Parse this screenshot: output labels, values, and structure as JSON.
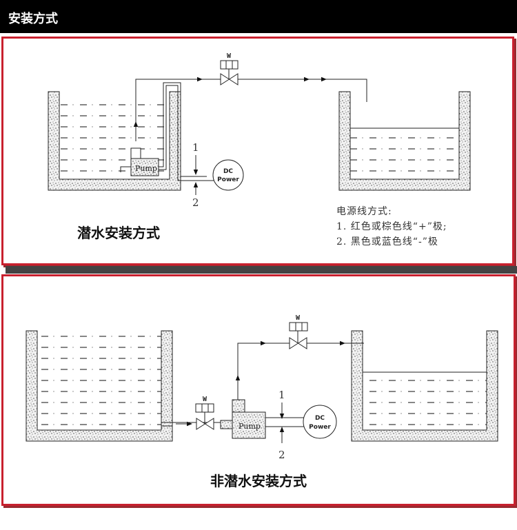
{
  "header": {
    "title": "安装方式"
  },
  "submersible": {
    "caption": "潜水安装方式",
    "valve_label": "W",
    "pump_label": "Pump",
    "power_label_1": "DC",
    "power_label_2": "Power",
    "wire_1": "1",
    "wire_2": "2",
    "notes": {
      "title": "电源线方式:",
      "line1": "1. 红色或棕色线“+”极;",
      "line2": "2. 黑色或蓝色线“-”极"
    }
  },
  "non_submersible": {
    "caption": "非潜水安装方式",
    "valve_label": "W",
    "inlet_valve_label": "W",
    "pump_label": "Pump",
    "power_label_1": "DC",
    "power_label_2": "Power",
    "wire_1": "1",
    "wire_2": "2"
  }
}
